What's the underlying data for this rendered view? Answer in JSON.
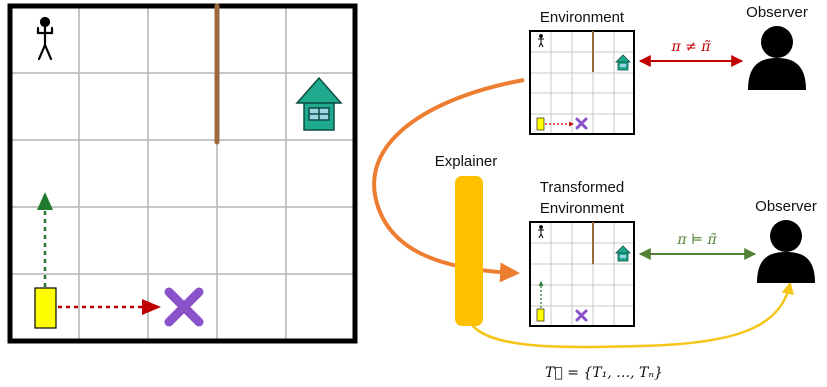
{
  "labels": {
    "environment": "Environment",
    "observer_top": "Observer",
    "explainer": "Explainer",
    "transformed_line1": "Transformed",
    "transformed_line2": "Environment",
    "observer_bottom": "Observer"
  },
  "relations": {
    "top": "π ≠ π̃",
    "bottom": "π ⊨ π̃",
    "transforms": "T⃗ = {T₁, …, Tₙ}"
  },
  "colors": {
    "grid_border": "#000000",
    "grid_line": "#b4b4b4",
    "wall": "#9a6a3c",
    "house": "#1faa8e",
    "agent_box": "#ffff00",
    "goal_x": "#8a52c9",
    "red_path": "#c00000",
    "green_path": "#1f7a2e",
    "explainer_bar": "#ffc000",
    "orange_arrow": "#ed7d31",
    "yellow_arrow": "#f5c518",
    "red_relation": "#c00000",
    "green_relation": "#548235"
  }
}
